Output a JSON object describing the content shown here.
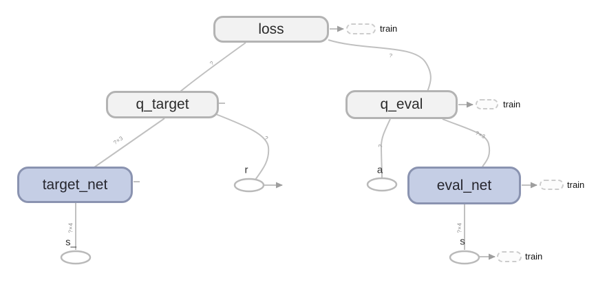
{
  "graph": {
    "title": "dqn-computation-graph",
    "op_nodes": [
      {
        "id": "loss",
        "label": "loss"
      },
      {
        "id": "q_target",
        "label": "q_target"
      },
      {
        "id": "q_eval",
        "label": "q_eval"
      },
      {
        "id": "target_net",
        "label": "target_net"
      },
      {
        "id": "eval_net",
        "label": "eval_net"
      }
    ],
    "placeholder_nodes": [
      {
        "id": "r",
        "label": "r"
      },
      {
        "id": "a",
        "label": "a"
      },
      {
        "id": "s_",
        "label": "s_"
      },
      {
        "id": "s",
        "label": "s"
      }
    ],
    "edge_labels": [
      {
        "edge": "q_target-to-loss",
        "label": "?"
      },
      {
        "edge": "q_eval-to-loss",
        "label": "?"
      },
      {
        "edge": "target_net-to-q_target",
        "label": "?×3"
      },
      {
        "edge": "r-to-q_target",
        "label": "?"
      },
      {
        "edge": "a-to-q_eval",
        "label": "?"
      },
      {
        "edge": "eval_net-to-q_eval",
        "label": "?×3"
      },
      {
        "edge": "s_-to-target_net",
        "label": "?×4"
      },
      {
        "edge": "s-to-eval_net",
        "label": "?×4"
      }
    ],
    "train_tags": [
      {
        "attached_to": "loss",
        "label": "train"
      },
      {
        "attached_to": "q_eval",
        "label": "train"
      },
      {
        "attached_to": "eval_net",
        "label": "train"
      },
      {
        "attached_to": "s",
        "label": "train"
      }
    ],
    "colors": {
      "op_node_fill": "#f2f2f2",
      "op_node_border": "#b3b3b3",
      "net_node_fill": "#c5cee5",
      "net_node_border": "#8a93b0",
      "edge": "#c0c0c0",
      "edge_label": "#8c8c8c",
      "node_text": "#2b2b2b"
    }
  }
}
